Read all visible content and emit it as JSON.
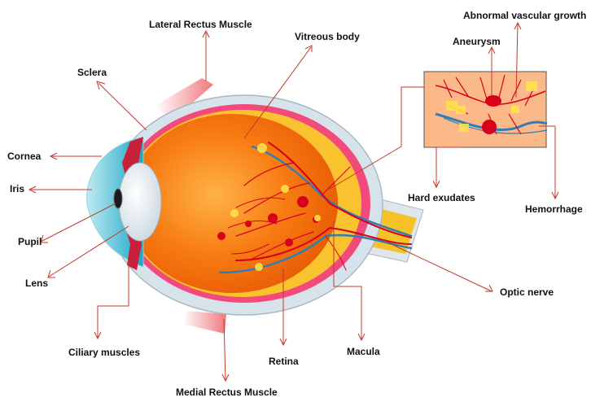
{
  "labels": {
    "lateral_rectus": "Lateral Rectus Muscle",
    "vitreous_body": "Vitreous body",
    "sclera": "Sclera",
    "cornea": "Cornea",
    "iris": "Iris",
    "pupil": "Pupil",
    "lens": "Lens",
    "ciliary_muscles": "Ciliary muscles",
    "medial_rectus": "Medial Rectus Muscle",
    "retina": "Retina",
    "macula": "Macula",
    "optic_nerve": "Optic nerve",
    "hard_exudates": "Hard exudates",
    "hemorrhage": "Hemorrhage",
    "aneurysm": "Aneurysm",
    "abnormal_vascular_growth": "Abnormal vascular growth"
  },
  "colors": {
    "leader": "#c0392b",
    "sclera_outer": "#d7e3ea",
    "choroid": "#f24a7a",
    "retina_layer": "#f9c22e",
    "vitreous": "#f77b12",
    "cornea": "#3ec6de",
    "iris": "#c8203a",
    "lens": "#e9f1f6",
    "vessel_red": "#d8001b",
    "vessel_blue": "#2f7fb3",
    "exudate": "#ffe34a",
    "inset_bg": "#fbb98a"
  }
}
